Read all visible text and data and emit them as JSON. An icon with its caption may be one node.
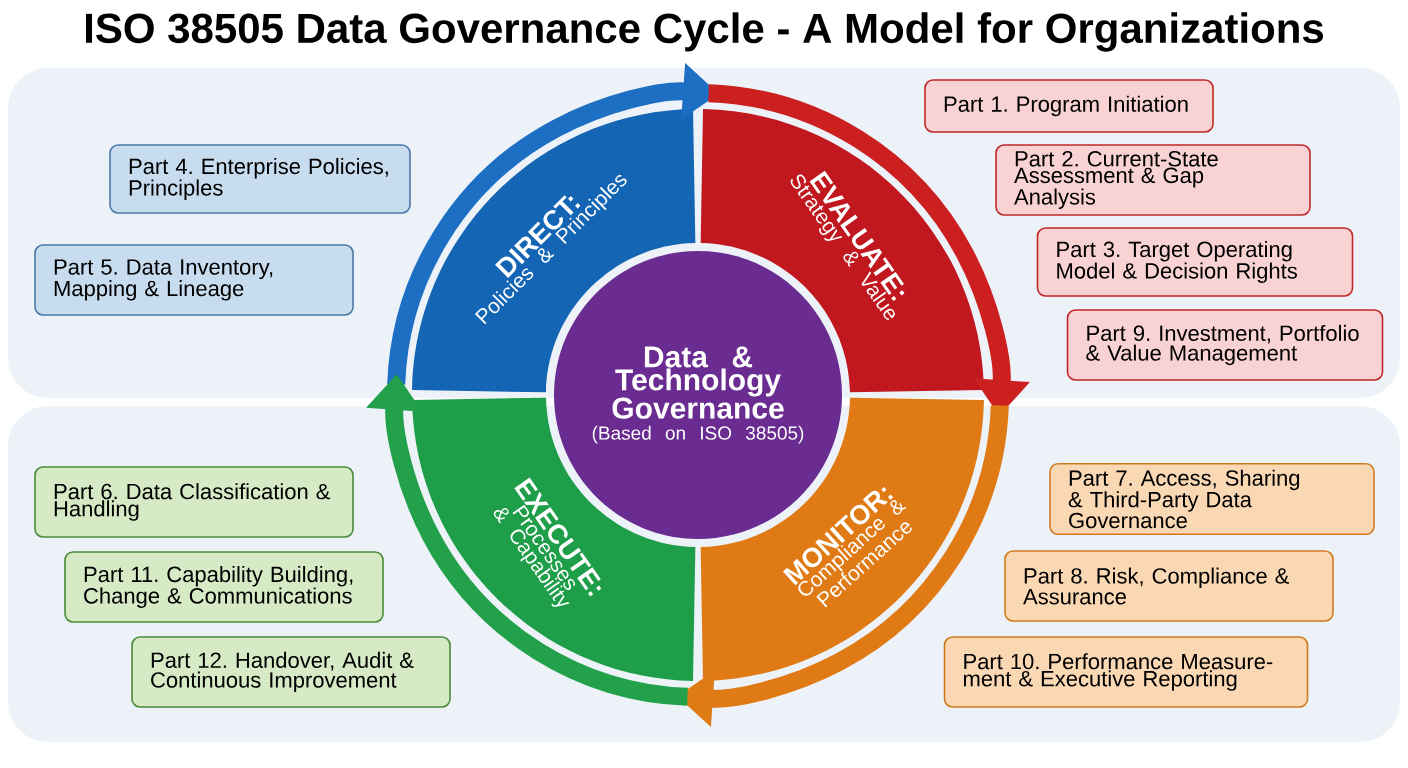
{
  "diagram": {
    "title": "ISO 38505 Data Governance Cycle - A Model for Organizations",
    "nodes": [
      {
        "text": [
          "Data & Technology Governance",
          "(Based on ISO 38505)"
        ]
      },
      {
        "text": [
          "DIRECT:",
          "Policies & Principles"
        ]
      },
      {
        "text": [
          "EVALUATE:",
          "Strategy & Value"
        ]
      },
      {
        "text": [
          "MONITOR:",
          "Compliance & Performance"
        ]
      },
      {
        "text": [
          "EXECUTE:",
          "Processes & Capability"
        ]
      },
      {
        "text": [
          "Part 1. Program Initiation"
        ]
      },
      {
        "text": [
          "Part 2. Current-State Assessment & Gap Analysis"
        ]
      },
      {
        "text": [
          "Part 3. Target Operating Model & Decision Rights"
        ]
      },
      {
        "text": [
          "Part 9. Investment, Portfolio & Value Management"
        ]
      },
      {
        "text": [
          "Part 4. Enterprise Policies, Principles"
        ]
      },
      {
        "text": [
          "Part 5. Data Inventory, Mapping & Lineage"
        ]
      },
      {
        "text": [
          "Part 6. Data Classification & Handling"
        ]
      },
      {
        "text": [
          "Part 11. Capability Building, Change & Communications"
        ]
      },
      {
        "text": [
          "Part 12. Handover, Audit & Continuous Improvement"
        ]
      },
      {
        "text": [
          "Part 7. Access, Sharing & Third-Party Data Governance"
        ]
      },
      {
        "text": [
          "Part 8. Risk, Compliance & Assurance"
        ]
      },
      {
        "text": [
          "Part 10. Performance Measure-ment & Executive Reporting"
        ]
      }
    ],
    "edges": [
      {
        "from": 1,
        "to": 2,
        "arrow": "to",
        "color": "#1d6fc4"
      },
      {
        "from": 2,
        "to": 3,
        "arrow": "to",
        "color": "#cc1f1f"
      },
      {
        "from": 3,
        "to": 4,
        "arrow": "to",
        "color": "#e07a14"
      },
      {
        "from": 4,
        "to": 1,
        "arrow": "to",
        "color": "#22a04a"
      }
    ]
  }
}
